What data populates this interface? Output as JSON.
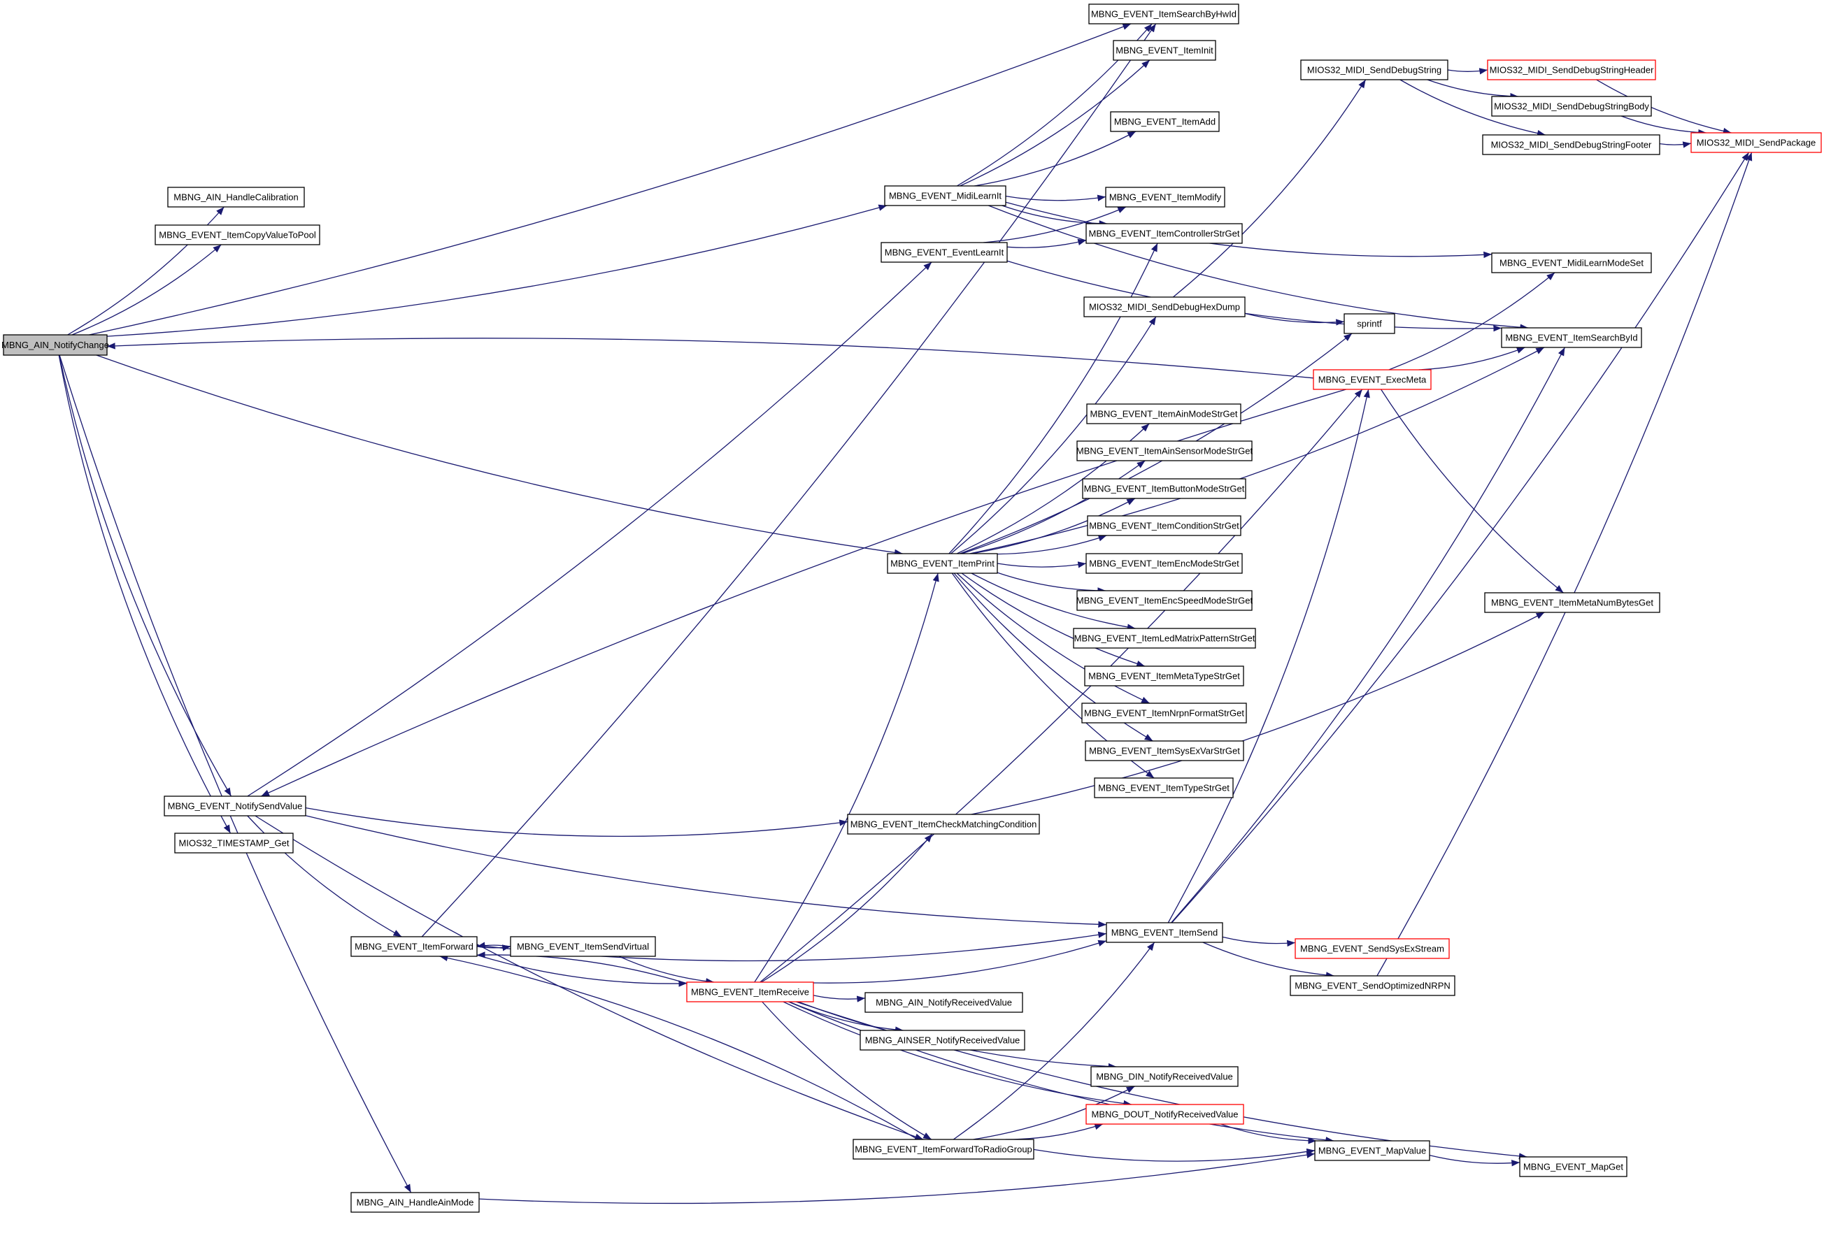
{
  "colors": {
    "edge": "#191970",
    "node_border": "#000000",
    "node_fill": "#ffffff",
    "root_fill": "#bfbfbf",
    "truncated_border": "#ff0000"
  },
  "nodes": [
    {
      "id": "ain_notify_change",
      "label": "MBNG_AIN_NotifyChange",
      "root": true
    },
    {
      "id": "ain_handle_calibration",
      "label": "MBNG_AIN_HandleCalibration"
    },
    {
      "id": "item_copy_value_to_pool",
      "label": "MBNG_EVENT_ItemCopyValueToPool"
    },
    {
      "id": "notify_send_value",
      "label": "MBNG_EVENT_NotifySendValue"
    },
    {
      "id": "timestamp_get",
      "label": "MIOS32_TIMESTAMP_Get"
    },
    {
      "id": "item_forward",
      "label": "MBNG_EVENT_ItemForward"
    },
    {
      "id": "item_send_virtual",
      "label": "MBNG_EVENT_ItemSendVirtual"
    },
    {
      "id": "ain_handle_ain_mode",
      "label": "MBNG_AIN_HandleAinMode"
    },
    {
      "id": "midi_learn_it",
      "label": "MBNG_EVENT_MidiLearnIt"
    },
    {
      "id": "event_learn_it",
      "label": "MBNG_EVENT_EventLearnIt"
    },
    {
      "id": "item_print",
      "label": "MBNG_EVENT_ItemPrint"
    },
    {
      "id": "item_check_matching_condition",
      "label": "MBNG_EVENT_ItemCheckMatchingCondition"
    },
    {
      "id": "item_receive",
      "label": "MBNG_EVENT_ItemReceive",
      "truncated": true
    },
    {
      "id": "ain_notify_received_value",
      "label": "MBNG_AIN_NotifyReceivedValue"
    },
    {
      "id": "ainser_notify_received_value",
      "label": "MBNG_AINSER_NotifyReceivedValue"
    },
    {
      "id": "item_forward_to_radio_group",
      "label": "MBNG_EVENT_ItemForwardToRadioGroup"
    },
    {
      "id": "item_search_by_hwid",
      "label": "MBNG_EVENT_ItemSearchByHwId"
    },
    {
      "id": "item_init",
      "label": "MBNG_EVENT_ItemInit"
    },
    {
      "id": "item_add",
      "label": "MBNG_EVENT_ItemAdd"
    },
    {
      "id": "item_modify",
      "label": "MBNG_EVENT_ItemModify"
    },
    {
      "id": "item_controller_str_get",
      "label": "MBNG_EVENT_ItemControllerStrGet"
    },
    {
      "id": "send_debug_hex_dump",
      "label": "MIOS32_MIDI_SendDebugHexDump"
    },
    {
      "id": "item_ain_mode_str_get",
      "label": "MBNG_EVENT_ItemAinModeStrGet"
    },
    {
      "id": "item_ain_sensor_mode_str_get",
      "label": "MBNG_EVENT_ItemAinSensorModeStrGet"
    },
    {
      "id": "item_button_mode_str_get",
      "label": "MBNG_EVENT_ItemButtonModeStrGet"
    },
    {
      "id": "item_condition_str_get",
      "label": "MBNG_EVENT_ItemConditionStrGet"
    },
    {
      "id": "item_enc_mode_str_get",
      "label": "MBNG_EVENT_ItemEncModeStrGet"
    },
    {
      "id": "item_enc_speed_mode_str_get",
      "label": "MBNG_EVENT_ItemEncSpeedModeStrGet"
    },
    {
      "id": "item_led_matrix_pattern_str_get",
      "label": "MBNG_EVENT_ItemLedMatrixPatternStrGet"
    },
    {
      "id": "item_meta_type_str_get",
      "label": "MBNG_EVENT_ItemMetaTypeStrGet"
    },
    {
      "id": "item_nrpn_format_str_get",
      "label": "MBNG_EVENT_ItemNrpnFormatStrGet"
    },
    {
      "id": "item_sysex_var_str_get",
      "label": "MBNG_EVENT_ItemSysExVarStrGet"
    },
    {
      "id": "item_type_str_get",
      "label": "MBNG_EVENT_ItemTypeStrGet"
    },
    {
      "id": "item_send",
      "label": "MBNG_EVENT_ItemSend"
    },
    {
      "id": "din_notify_received_value",
      "label": "MBNG_DIN_NotifyReceivedValue"
    },
    {
      "id": "dout_notify_received_value",
      "label": "MBNG_DOUT_NotifyReceivedValue",
      "truncated": true
    },
    {
      "id": "send_debug_string",
      "label": "MIOS32_MIDI_SendDebugString"
    },
    {
      "id": "sprintf",
      "label": "sprintf"
    },
    {
      "id": "exec_meta",
      "label": "MBNG_EVENT_ExecMeta",
      "truncated": true
    },
    {
      "id": "send_sysex_stream",
      "label": "MBNG_EVENT_SendSysExStream",
      "truncated": true
    },
    {
      "id": "send_optimized_nrpn",
      "label": "MBNG_EVENT_SendOptimizedNRPN"
    },
    {
      "id": "map_value",
      "label": "MBNG_EVENT_MapValue"
    },
    {
      "id": "send_debug_string_header",
      "label": "MIOS32_MIDI_SendDebugStringHeader",
      "truncated": true
    },
    {
      "id": "send_debug_string_body",
      "label": "MIOS32_MIDI_SendDebugStringBody"
    },
    {
      "id": "send_debug_string_footer",
      "label": "MIOS32_MIDI_SendDebugStringFooter"
    },
    {
      "id": "midi_learn_mode_set",
      "label": "MBNG_EVENT_MidiLearnModeSet"
    },
    {
      "id": "item_search_by_id",
      "label": "MBNG_EVENT_ItemSearchById"
    },
    {
      "id": "item_meta_num_bytes_get",
      "label": "MBNG_EVENT_ItemMetaNumBytesGet"
    },
    {
      "id": "map_get",
      "label": "MBNG_EVENT_MapGet"
    },
    {
      "id": "send_package",
      "label": "MIOS32_MIDI_SendPackage",
      "truncated": true
    }
  ],
  "edges": [
    [
      "ain_notify_change",
      "ain_handle_calibration"
    ],
    [
      "ain_notify_change",
      "item_copy_value_to_pool"
    ],
    [
      "ain_notify_change",
      "item_search_by_hwid"
    ],
    [
      "ain_notify_change",
      "midi_learn_it"
    ],
    [
      "ain_notify_change",
      "item_print"
    ],
    [
      "ain_notify_change",
      "notify_send_value"
    ],
    [
      "ain_notify_change",
      "timestamp_get"
    ],
    [
      "ain_notify_change",
      "ain_handle_ain_mode"
    ],
    [
      "notify_send_value",
      "event_learn_it"
    ],
    [
      "notify_send_value",
      "item_check_matching_condition"
    ],
    [
      "notify_send_value",
      "item_send"
    ],
    [
      "notify_send_value",
      "item_forward"
    ],
    [
      "notify_send_value",
      "item_forward_to_radio_group"
    ],
    [
      "item_forward",
      "item_search_by_hwid"
    ],
    [
      "item_forward",
      "item_send_virtual"
    ],
    [
      "item_forward",
      "item_receive"
    ],
    [
      "item_forward",
      "item_send"
    ],
    [
      "item_send_virtual",
      "item_forward"
    ],
    [
      "item_send_virtual",
      "item_receive"
    ],
    [
      "ain_handle_ain_mode",
      "map_value"
    ],
    [
      "midi_learn_it",
      "item_search_by_hwid"
    ],
    [
      "midi_learn_it",
      "item_init"
    ],
    [
      "midi_learn_it",
      "item_add"
    ],
    [
      "midi_learn_it",
      "item_modify"
    ],
    [
      "midi_learn_it",
      "item_controller_str_get"
    ],
    [
      "midi_learn_it",
      "midi_learn_mode_set"
    ],
    [
      "midi_learn_it",
      "item_search_by_id"
    ],
    [
      "event_learn_it",
      "item_modify"
    ],
    [
      "event_learn_it",
      "item_controller_str_get"
    ],
    [
      "event_learn_it",
      "item_search_by_id"
    ],
    [
      "item_print",
      "item_controller_str_get"
    ],
    [
      "item_print",
      "send_debug_hex_dump"
    ],
    [
      "item_print",
      "sprintf"
    ],
    [
      "item_print",
      "item_ain_mode_str_get"
    ],
    [
      "item_print",
      "item_ain_sensor_mode_str_get"
    ],
    [
      "item_print",
      "item_button_mode_str_get"
    ],
    [
      "item_print",
      "item_condition_str_get"
    ],
    [
      "item_print",
      "item_enc_mode_str_get"
    ],
    [
      "item_print",
      "item_enc_speed_mode_str_get"
    ],
    [
      "item_print",
      "item_led_matrix_pattern_str_get"
    ],
    [
      "item_print",
      "item_meta_type_str_get"
    ],
    [
      "item_print",
      "item_nrpn_format_str_get"
    ],
    [
      "item_print",
      "item_sysex_var_str_get"
    ],
    [
      "item_print",
      "item_type_str_get"
    ],
    [
      "item_print",
      "item_search_by_id"
    ],
    [
      "item_check_matching_condition",
      "item_meta_num_bytes_get"
    ],
    [
      "item_receive",
      "item_print"
    ],
    [
      "item_receive",
      "item_check_matching_condition"
    ],
    [
      "item_receive",
      "item_send"
    ],
    [
      "item_receive",
      "item_forward"
    ],
    [
      "item_receive",
      "ain_notify_received_value"
    ],
    [
      "item_receive",
      "ainser_notify_received_value"
    ],
    [
      "item_receive",
      "din_notify_received_value"
    ],
    [
      "item_receive",
      "dout_notify_received_value"
    ],
    [
      "item_receive",
      "item_forward_to_radio_group"
    ],
    [
      "item_receive",
      "map_value"
    ],
    [
      "item_receive",
      "map_get"
    ],
    [
      "item_receive",
      "exec_meta"
    ],
    [
      "item_forward_to_radio_group",
      "item_forward"
    ],
    [
      "item_forward_to_radio_group",
      "item_send"
    ],
    [
      "item_forward_to_radio_group",
      "din_notify_received_value"
    ],
    [
      "item_forward_to_radio_group",
      "dout_notify_received_value"
    ],
    [
      "item_forward_to_radio_group",
      "map_value"
    ],
    [
      "send_debug_hex_dump",
      "send_debug_string"
    ],
    [
      "send_debug_hex_dump",
      "sprintf"
    ],
    [
      "item_send",
      "exec_meta"
    ],
    [
      "item_send",
      "item_search_by_id"
    ],
    [
      "item_send",
      "send_sysex_stream"
    ],
    [
      "item_send",
      "send_optimized_nrpn"
    ],
    [
      "item_send",
      "send_package"
    ],
    [
      "dout_notify_received_value",
      "map_value"
    ],
    [
      "send_debug_string",
      "send_debug_string_header"
    ],
    [
      "send_debug_string",
      "send_debug_string_body"
    ],
    [
      "send_debug_string",
      "send_debug_string_footer"
    ],
    [
      "exec_meta",
      "ain_notify_change"
    ],
    [
      "exec_meta",
      "midi_learn_mode_set"
    ],
    [
      "exec_meta",
      "item_search_by_id"
    ],
    [
      "exec_meta",
      "item_meta_num_bytes_get"
    ],
    [
      "exec_meta",
      "notify_send_value"
    ],
    [
      "send_optimized_nrpn",
      "send_package"
    ],
    [
      "map_value",
      "map_get"
    ],
    [
      "send_debug_string_header",
      "send_package"
    ],
    [
      "send_debug_string_body",
      "send_package"
    ],
    [
      "send_debug_string_footer",
      "send_package"
    ]
  ]
}
